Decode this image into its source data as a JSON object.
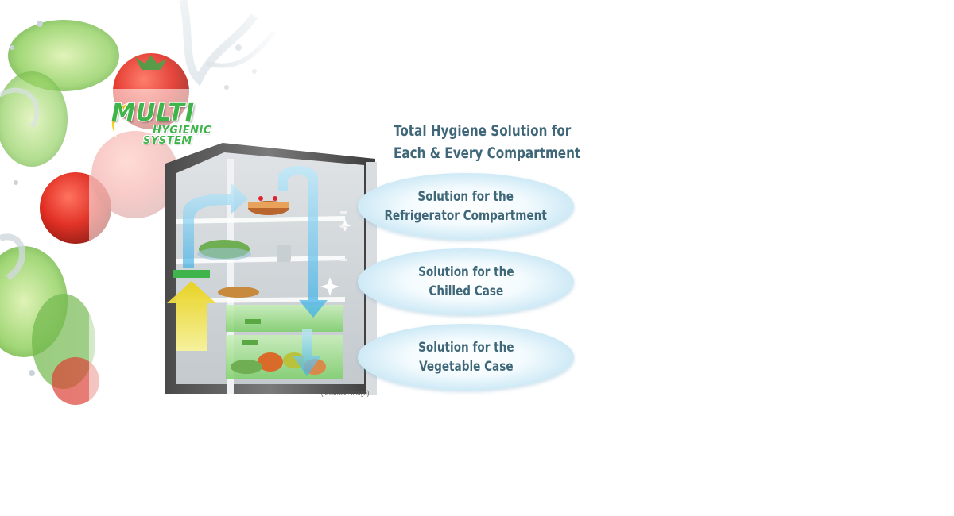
{
  "logo": {
    "line1": "MULTI",
    "line2": "HYGIENIC",
    "line3": "SYSTEM",
    "color": "#3fb44a"
  },
  "heading": {
    "line1": "Total Hygiene Solution for",
    "line2": "Each & Every Compartment",
    "color": "#3f6778"
  },
  "bubbles": [
    {
      "line1": "Solution for the",
      "line2": "Refrigerator Compartment"
    },
    {
      "line1": "Solution for the",
      "line2": "Chilled Case"
    },
    {
      "line1": "Solution for the",
      "line2": "Vegetable Case"
    }
  ],
  "note": "(Illustrative image)",
  "colors": {
    "airflow_blue": "#5fc4ee",
    "airflow_yellow": "#f2e23a",
    "drawer_green": "#9fe08a",
    "fridge_frame": "#5a5a5a"
  }
}
